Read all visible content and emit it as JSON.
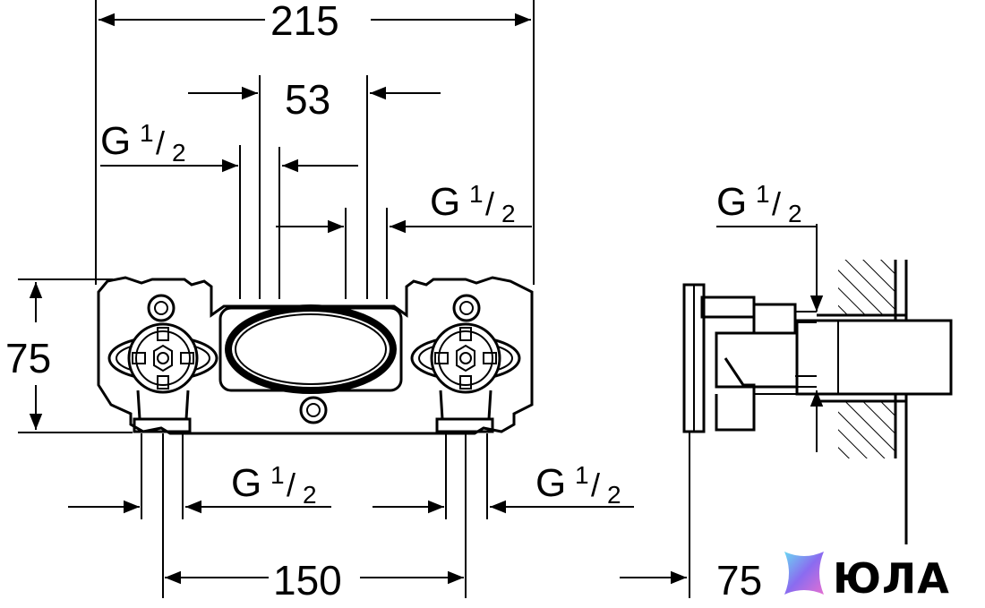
{
  "dimensions": {
    "overall_width": "215",
    "center_spacing": "53",
    "height": "75",
    "outlet_spacing": "150",
    "depth": "75"
  },
  "thread": {
    "main": "G",
    "fraction_num": "1",
    "fraction_slash": "/",
    "fraction_den": "2"
  },
  "watermark": {
    "text": "ЮЛА"
  },
  "colors": {
    "ink": "#000000",
    "background": "#ffffff",
    "logo_gradient": [
      "#6ad7f2",
      "#8a6cf0",
      "#e46fd2"
    ]
  }
}
